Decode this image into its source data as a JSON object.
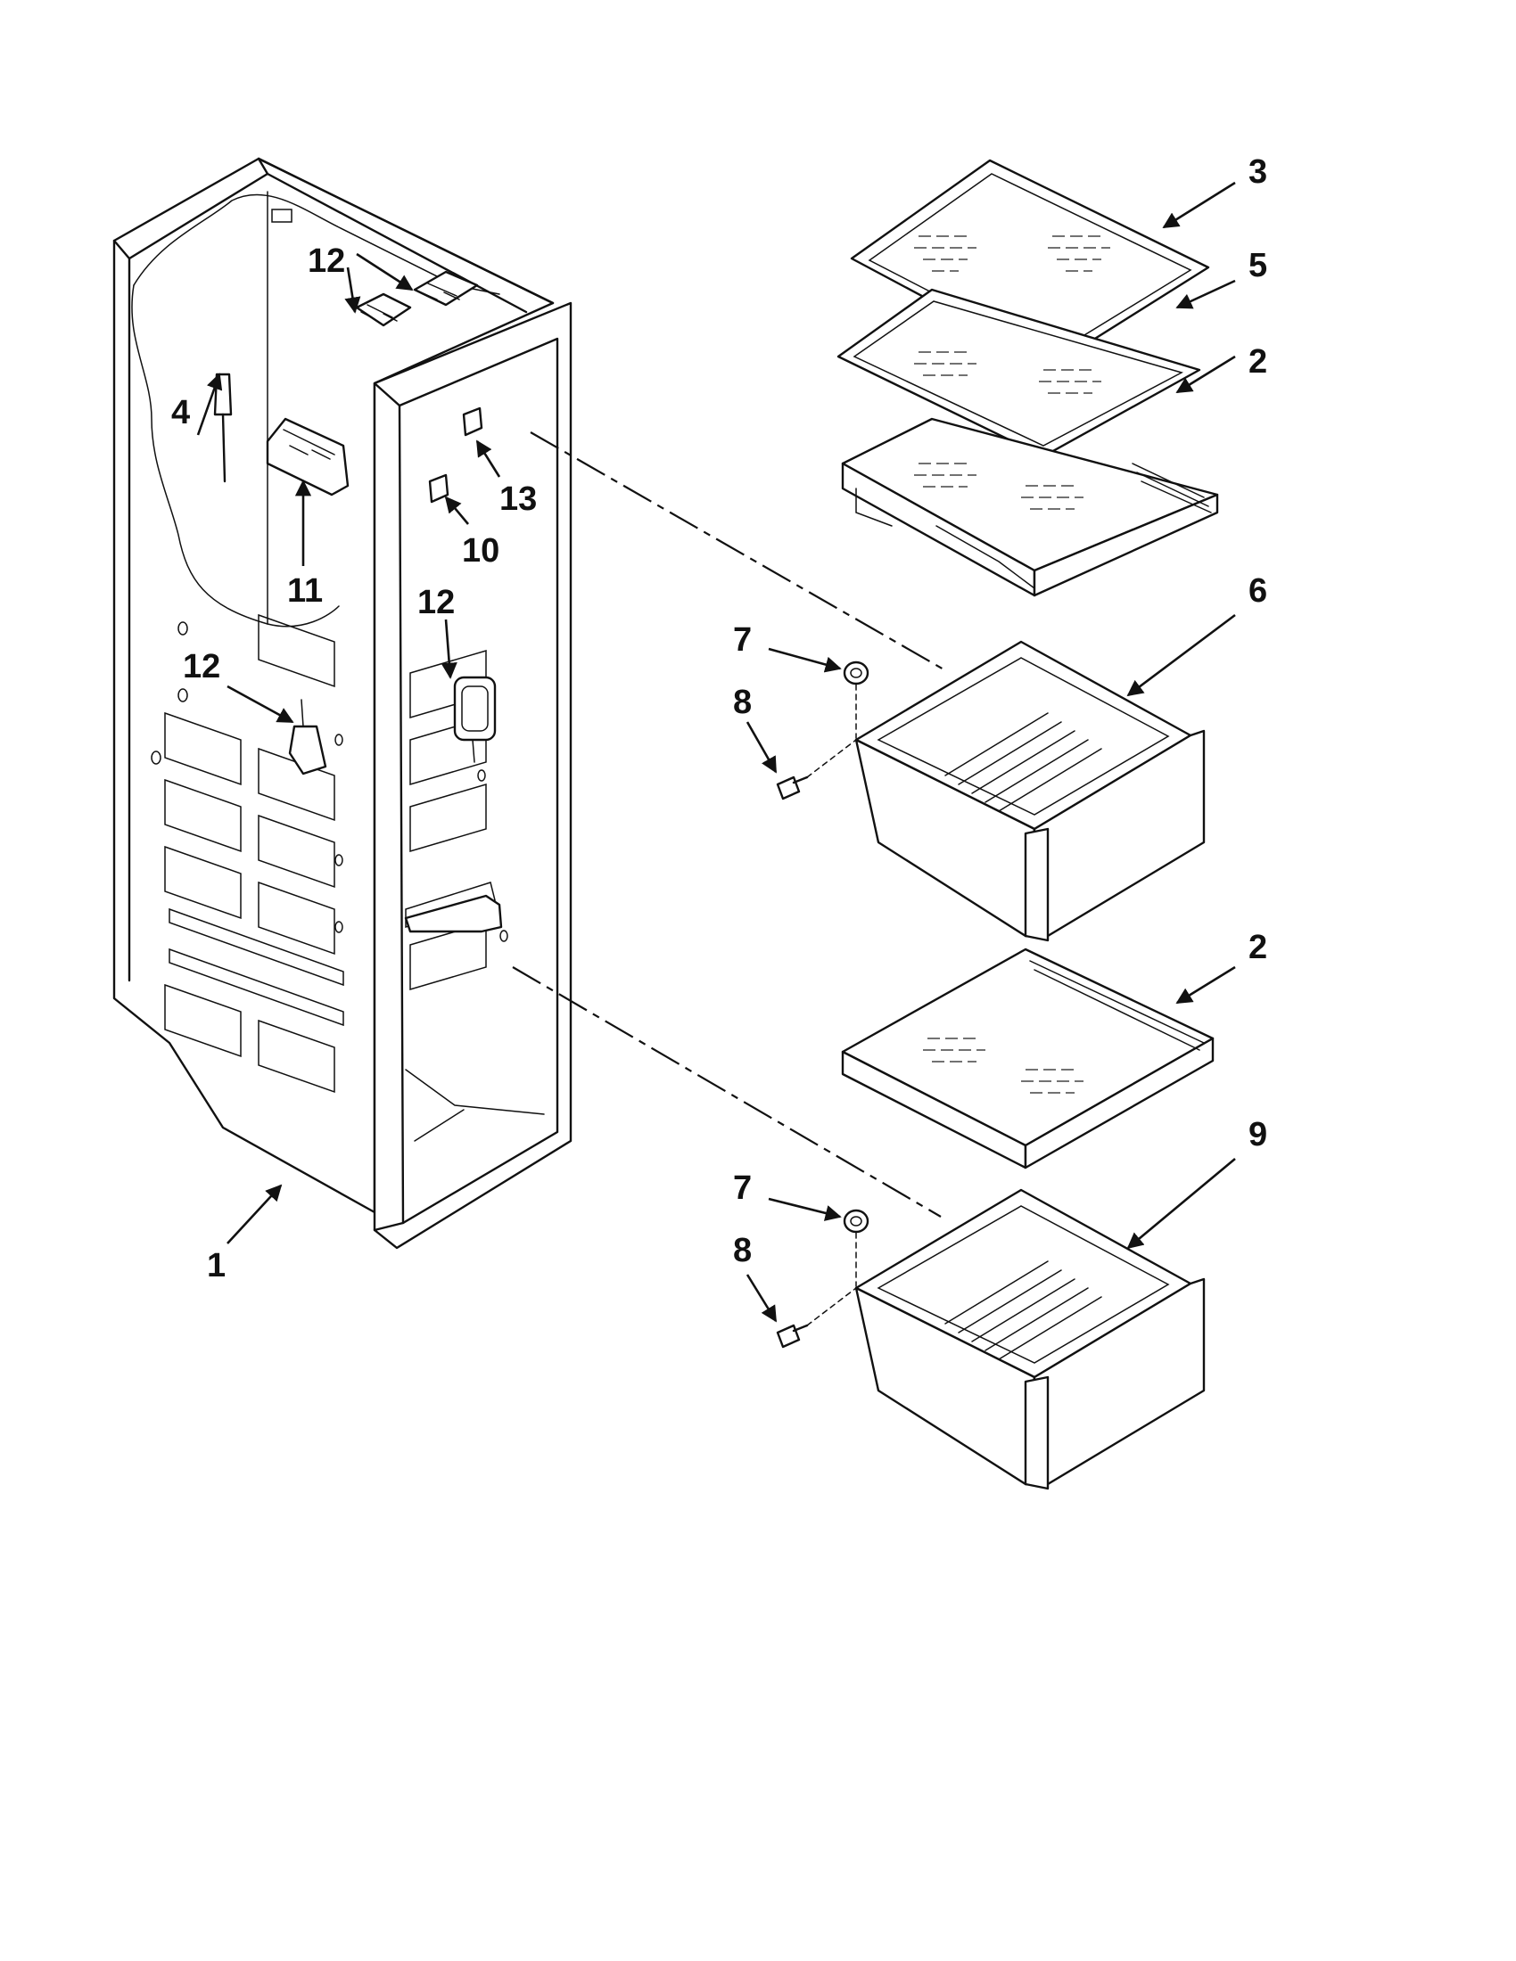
{
  "callouts": {
    "c1": "1",
    "c2a": "2",
    "c2b": "2",
    "c3": "3",
    "c4": "4",
    "c5": "5",
    "c6": "6",
    "c7a": "7",
    "c7b": "7",
    "c8a": "8",
    "c8b": "8",
    "c9": "9",
    "c10": "10",
    "c11": "11",
    "c12a": "12",
    "c12b": "12",
    "c12c": "12",
    "c13": "13"
  },
  "colors": {
    "line": "#111111",
    "background": "#ffffff"
  },
  "icons": [
    "refrigerator-liner",
    "glass-shelf",
    "crisper-drawer",
    "drawer-slide-cap",
    "drawer-screw",
    "light-socket",
    "thermistor",
    "control-housing",
    "lamp-switch"
  ]
}
